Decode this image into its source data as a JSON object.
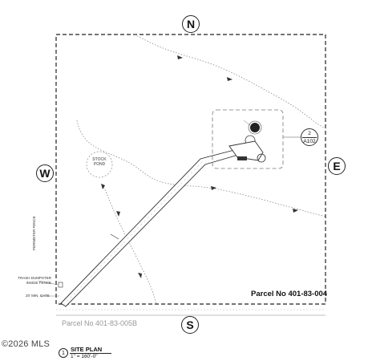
{
  "compass": {
    "north": "N",
    "east": "E",
    "south": "S",
    "west": "W"
  },
  "parcel_label": "Parcel No 401-83-004",
  "adjacent_parcel_label": "Parcel No 401-83-005B",
  "callout": {
    "number": "2",
    "sheet": "A102"
  },
  "pond_label": "STOCK POND",
  "labels": {
    "perimeter_fence": "PERIMETER FENCE",
    "trash_dumpster": "TRASH DUMPSTER INSIDE FENCE",
    "gate": "20' MIN. GATE"
  },
  "watermark": "©2026 MLS",
  "plan": {
    "number": "1",
    "title": "SITE PLAN",
    "scale": "1\" = 160'-0\""
  }
}
